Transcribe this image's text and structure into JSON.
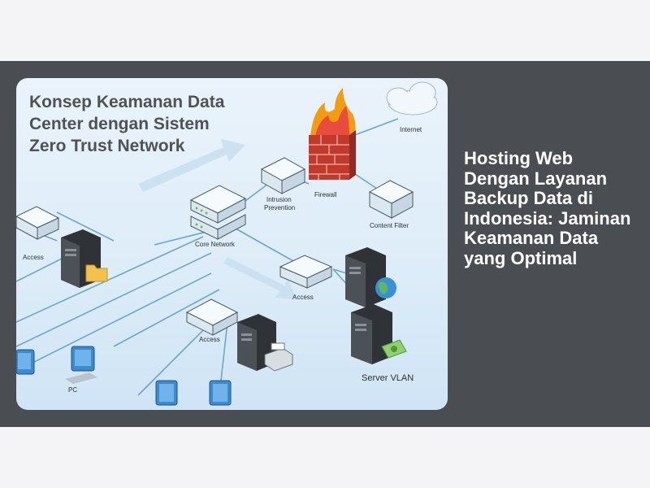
{
  "article": {
    "title": "Hosting Web Dengan Layanan Backup Data di Indonesia: Jaminan Keamanan Data yang Optimal"
  },
  "image": {
    "title_lines": [
      "Konsep Keamanan Data",
      "Center dengan Sistem",
      "Zero Trust Network"
    ],
    "labels": {
      "internet": "Internet",
      "firewall": "Firewall",
      "intrusion_line1": "Intrusion",
      "intrusion_line2": "Prevention",
      "content_filter": "Content Filter",
      "core_network": "Core Network",
      "access_left": "Access",
      "access_center": "Access",
      "access_lower": "Access",
      "pc": "PC",
      "server_vlan": "Server VLAN"
    }
  },
  "colors": {
    "band": "#4a4e53",
    "page_background": "#f4f4f6",
    "headline_text": "#ffffff",
    "network_line": "#6aa9c4",
    "firewall": "#c0392b"
  }
}
